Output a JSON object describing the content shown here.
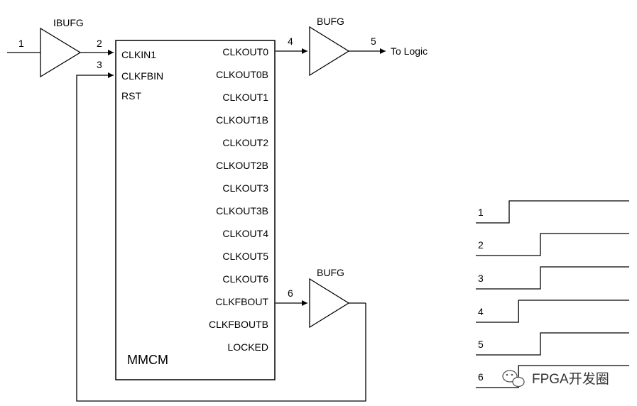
{
  "ibufg": {
    "label": "IBUFG"
  },
  "bufg_top": {
    "label": "BUFG"
  },
  "bufg_bottom": {
    "label": "BUFG"
  },
  "mmcm": {
    "title": "MMCM",
    "inputs": [
      "CLKIN1",
      "CLKFBIN",
      "RST"
    ],
    "outputs": [
      "CLKOUT0",
      "CLKOUT0B",
      "CLKOUT1",
      "CLKOUT1B",
      "CLKOUT2",
      "CLKOUT2B",
      "CLKOUT3",
      "CLKOUT3B",
      "CLKOUT4",
      "CLKOUT5",
      "CLKOUT6",
      "CLKFBOUT",
      "CLKFBOUTB",
      "LOCKED"
    ]
  },
  "nodes": {
    "n1": "1",
    "n2": "2",
    "n3": "3",
    "n4": "4",
    "n5": "5",
    "n6": "6"
  },
  "to_logic": "To Logic",
  "timing": {
    "labels": [
      "1",
      "2",
      "3",
      "4",
      "5",
      "6"
    ],
    "transitions": [
      1.0,
      2.0,
      2.0,
      1.3,
      2.0,
      1.3
    ]
  },
  "watermark": "FPGA开发圈",
  "colors": {
    "line": "#000000",
    "watermark": "#333333"
  }
}
